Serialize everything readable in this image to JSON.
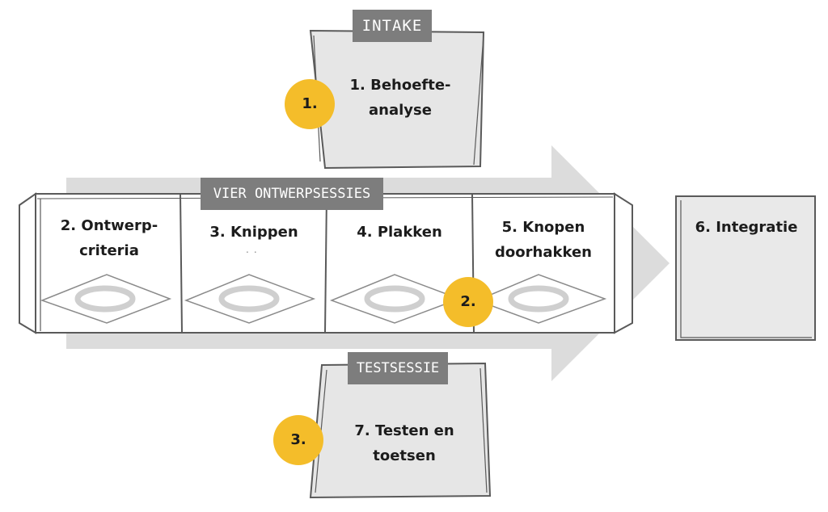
{
  "tags": {
    "intake": "INTAKE",
    "design_sessions": "VIER ONTWERPSESSIES",
    "test_session": "TESTSESSIE"
  },
  "steps": {
    "needs_analysis": [
      "1. Behoefte-",
      "analyse"
    ],
    "design_criteria": [
      "2. Ontwerp-",
      "criteria"
    ],
    "cutting": [
      "3. Knippen"
    ],
    "pasting": [
      "4. Plakken"
    ],
    "decisions": [
      "5. Knopen",
      "doorhakken"
    ],
    "integration": [
      "6. Integratie"
    ],
    "testing": [
      "7. Testen en",
      "toetsen"
    ]
  },
  "badges": {
    "one": "1.",
    "two": "2.",
    "three": "3."
  },
  "colors": {
    "badge": "#f4bd2a",
    "tag": "#7d7d7d",
    "arrow": "#dcdcdc",
    "box_fill": "#e9e9e9",
    "outline": "#5a5a5a"
  }
}
